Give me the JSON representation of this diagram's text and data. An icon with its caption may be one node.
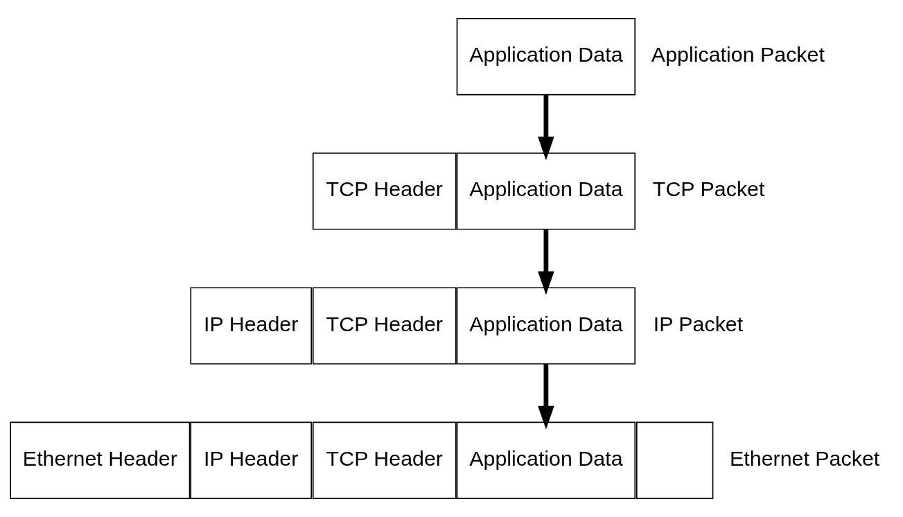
{
  "diagram": {
    "nodes": [
      {
        "text": [
          "Application Data"
        ]
      },
      {
        "text": [
          "TCP Header"
        ]
      },
      {
        "text": [
          "Application Data"
        ]
      },
      {
        "text": [
          "IP Header"
        ]
      },
      {
        "text": [
          "TCP Header"
        ]
      },
      {
        "text": [
          "Application Data"
        ]
      },
      {
        "text": [
          "Ethernet Header"
        ]
      },
      {
        "text": [
          "IP Header"
        ]
      },
      {
        "text": [
          "TCP Header"
        ]
      },
      {
        "text": [
          "Application Data"
        ]
      },
      {
        "text": [],
        "shape": "box"
      }
    ],
    "edges": [
      {
        "from": 0,
        "to": 2,
        "arrow": "to"
      },
      {
        "from": 2,
        "to": 5,
        "arrow": "to"
      },
      {
        "from": 5,
        "to": 9,
        "arrow": "to"
      }
    ],
    "labels": [
      "Application Packet",
      "TCP Packet",
      "IP Packet",
      "Ethernet Packet"
    ]
  }
}
